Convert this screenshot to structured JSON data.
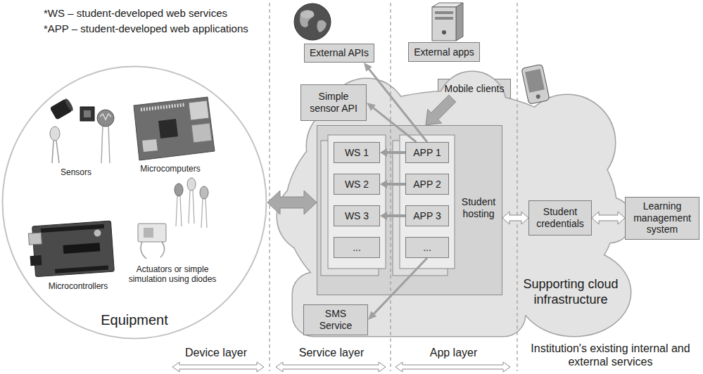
{
  "diagram": {
    "nodes": [
      {
        "text": [
          "Equipment"
        ]
      },
      {
        "text": [
          "External APIs"
        ]
      },
      {
        "text": [
          "External apps"
        ]
      },
      {
        "text": [
          "Mobile clients"
        ]
      },
      {
        "text": [
          "Supporting cloud infrastructure"
        ]
      },
      {
        "text": [
          "Simple sensor API"
        ],
        "in": 4
      },
      {
        "text": [
          "Student hosting"
        ],
        "in": 4
      },
      {
        "text": [
          "WS 1"
        ],
        "in": 6
      },
      {
        "text": [
          "APP 1"
        ],
        "in": 6
      },
      {
        "text": [
          "WS 2"
        ],
        "in": 6
      },
      {
        "text": [
          "APP 2"
        ],
        "in": 6
      },
      {
        "text": [
          "WS 3"
        ],
        "in": 6
      },
      {
        "text": [
          "APP 3"
        ],
        "in": 6
      },
      {
        "text": [
          "..."
        ],
        "in": 6
      },
      {
        "text": [
          "..."
        ],
        "in": 6
      },
      {
        "text": [
          "SMS Service"
        ],
        "in": 4
      },
      {
        "text": [
          "Student credentials"
        ],
        "in": 4
      },
      {
        "text": [
          "Learning management system"
        ]
      }
    ],
    "edges": [
      {
        "from": 0,
        "to": 6,
        "arrow": "both"
      },
      {
        "from": 8,
        "to": 7,
        "arrow": "to"
      },
      {
        "from": 10,
        "to": 9,
        "arrow": "to"
      },
      {
        "from": 12,
        "to": 11,
        "arrow": "to"
      },
      {
        "from": 8,
        "to": 1,
        "arrow": "to"
      },
      {
        "from": 8,
        "to": 5,
        "arrow": "to"
      },
      {
        "from": 14,
        "to": 15,
        "arrow": "to"
      },
      {
        "from": 3,
        "to": 6,
        "arrow": "to"
      },
      {
        "from": 6,
        "to": 16,
        "arrow": "both"
      },
      {
        "from": 16,
        "to": 17,
        "arrow": "both"
      }
    ],
    "labels": [
      "*WS – student-developed web services",
      "*APP – student-developed web applications",
      "Sensors",
      "Microcomputers",
      "Microcontrollers",
      "Actuators or simple simulation using diodes",
      "Device layer",
      "Service layer",
      "App layer",
      "Institution's existing internal and external services"
    ]
  }
}
